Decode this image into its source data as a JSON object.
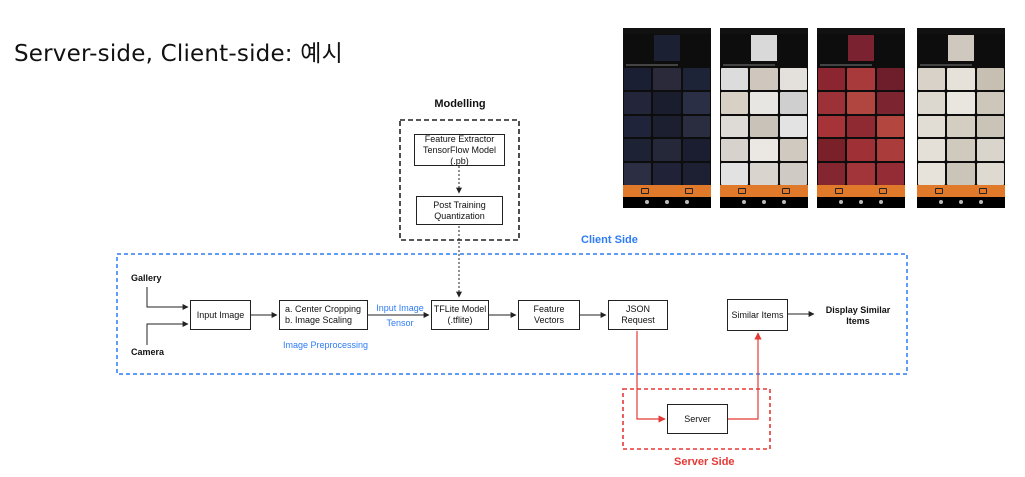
{
  "slide": {
    "title": "Server-side, Client-side: 예시"
  },
  "phones": [
    {
      "query_color": "#1c2033",
      "grid_colors": [
        "#1b1f33",
        "#2a2a3a",
        "#1e2438",
        "#23263a",
        "#1a1d2e",
        "#2b2f45",
        "#20243a",
        "#1c1f30",
        "#2a2d40",
        "#1e2235",
        "#252838",
        "#1b1e31",
        "#2c2f44",
        "#202338",
        "#1d2033"
      ]
    },
    {
      "query_color": "#d9d9d9",
      "grid_colors": [
        "#dcdcdc",
        "#cfc6bd",
        "#e4e0dc",
        "#d8d0c4",
        "#e8e6e2",
        "#cfcfcf",
        "#dedbd6",
        "#c9c2b8",
        "#e3e3e3",
        "#d7d2cb",
        "#ebe8e4",
        "#d0c9c0",
        "#e2e2e2",
        "#d9d4ce",
        "#cfcac3"
      ]
    },
    {
      "query_color": "#7a2230",
      "grid_colors": [
        "#8b2530",
        "#a83a3c",
        "#6d1e2a",
        "#9c3238",
        "#b0463f",
        "#7c2430",
        "#a53338",
        "#8f2a33",
        "#b3473f",
        "#7a2029",
        "#9e3036",
        "#aa3d3b",
        "#84262f",
        "#a2353a",
        "#932c34"
      ]
    },
    {
      "query_color": "#cfc8bf",
      "grid_colors": [
        "#d8d2c8",
        "#e6e2da",
        "#c7bfb2",
        "#dcd8d0",
        "#e9e6df",
        "#cdc6ba",
        "#e1ddd5",
        "#d4cdc2",
        "#c9c3b8",
        "#e4e0d8",
        "#d0c9bd",
        "#dad5cc",
        "#e7e3db",
        "#cbc4b8",
        "#dfdad1"
      ]
    }
  ],
  "diagram": {
    "modelling": {
      "title": "Modelling",
      "feature_extractor": [
        "Feature Extractor",
        "TensorFlow Model",
        "(.pb)"
      ],
      "post_training": [
        "Post Training",
        "Quantization"
      ]
    },
    "client_side": {
      "title": "Client Side",
      "gallery": "Gallery",
      "camera": "Camera",
      "input_image": "Input Image",
      "preprocess_box": [
        "a. Center Cropping",
        "b. Image Scaling"
      ],
      "image_preprocessing": "Image Preprocessing",
      "input_image_tensor": [
        "Input Image",
        "Tensor"
      ],
      "tflite_model": [
        "TFLite Model",
        "(.tflite)"
      ],
      "feature_vectors": [
        "Feature",
        "Vectors"
      ],
      "json_request": [
        "JSON",
        "Request"
      ],
      "similar_items": "Similar Items",
      "display_similar": [
        "Display Similar",
        "Items"
      ]
    },
    "server_side": {
      "title": "Server Side",
      "server": "Server"
    },
    "colors": {
      "client": "#2e7cf6",
      "server": "#e53935",
      "line": "#222222"
    }
  }
}
